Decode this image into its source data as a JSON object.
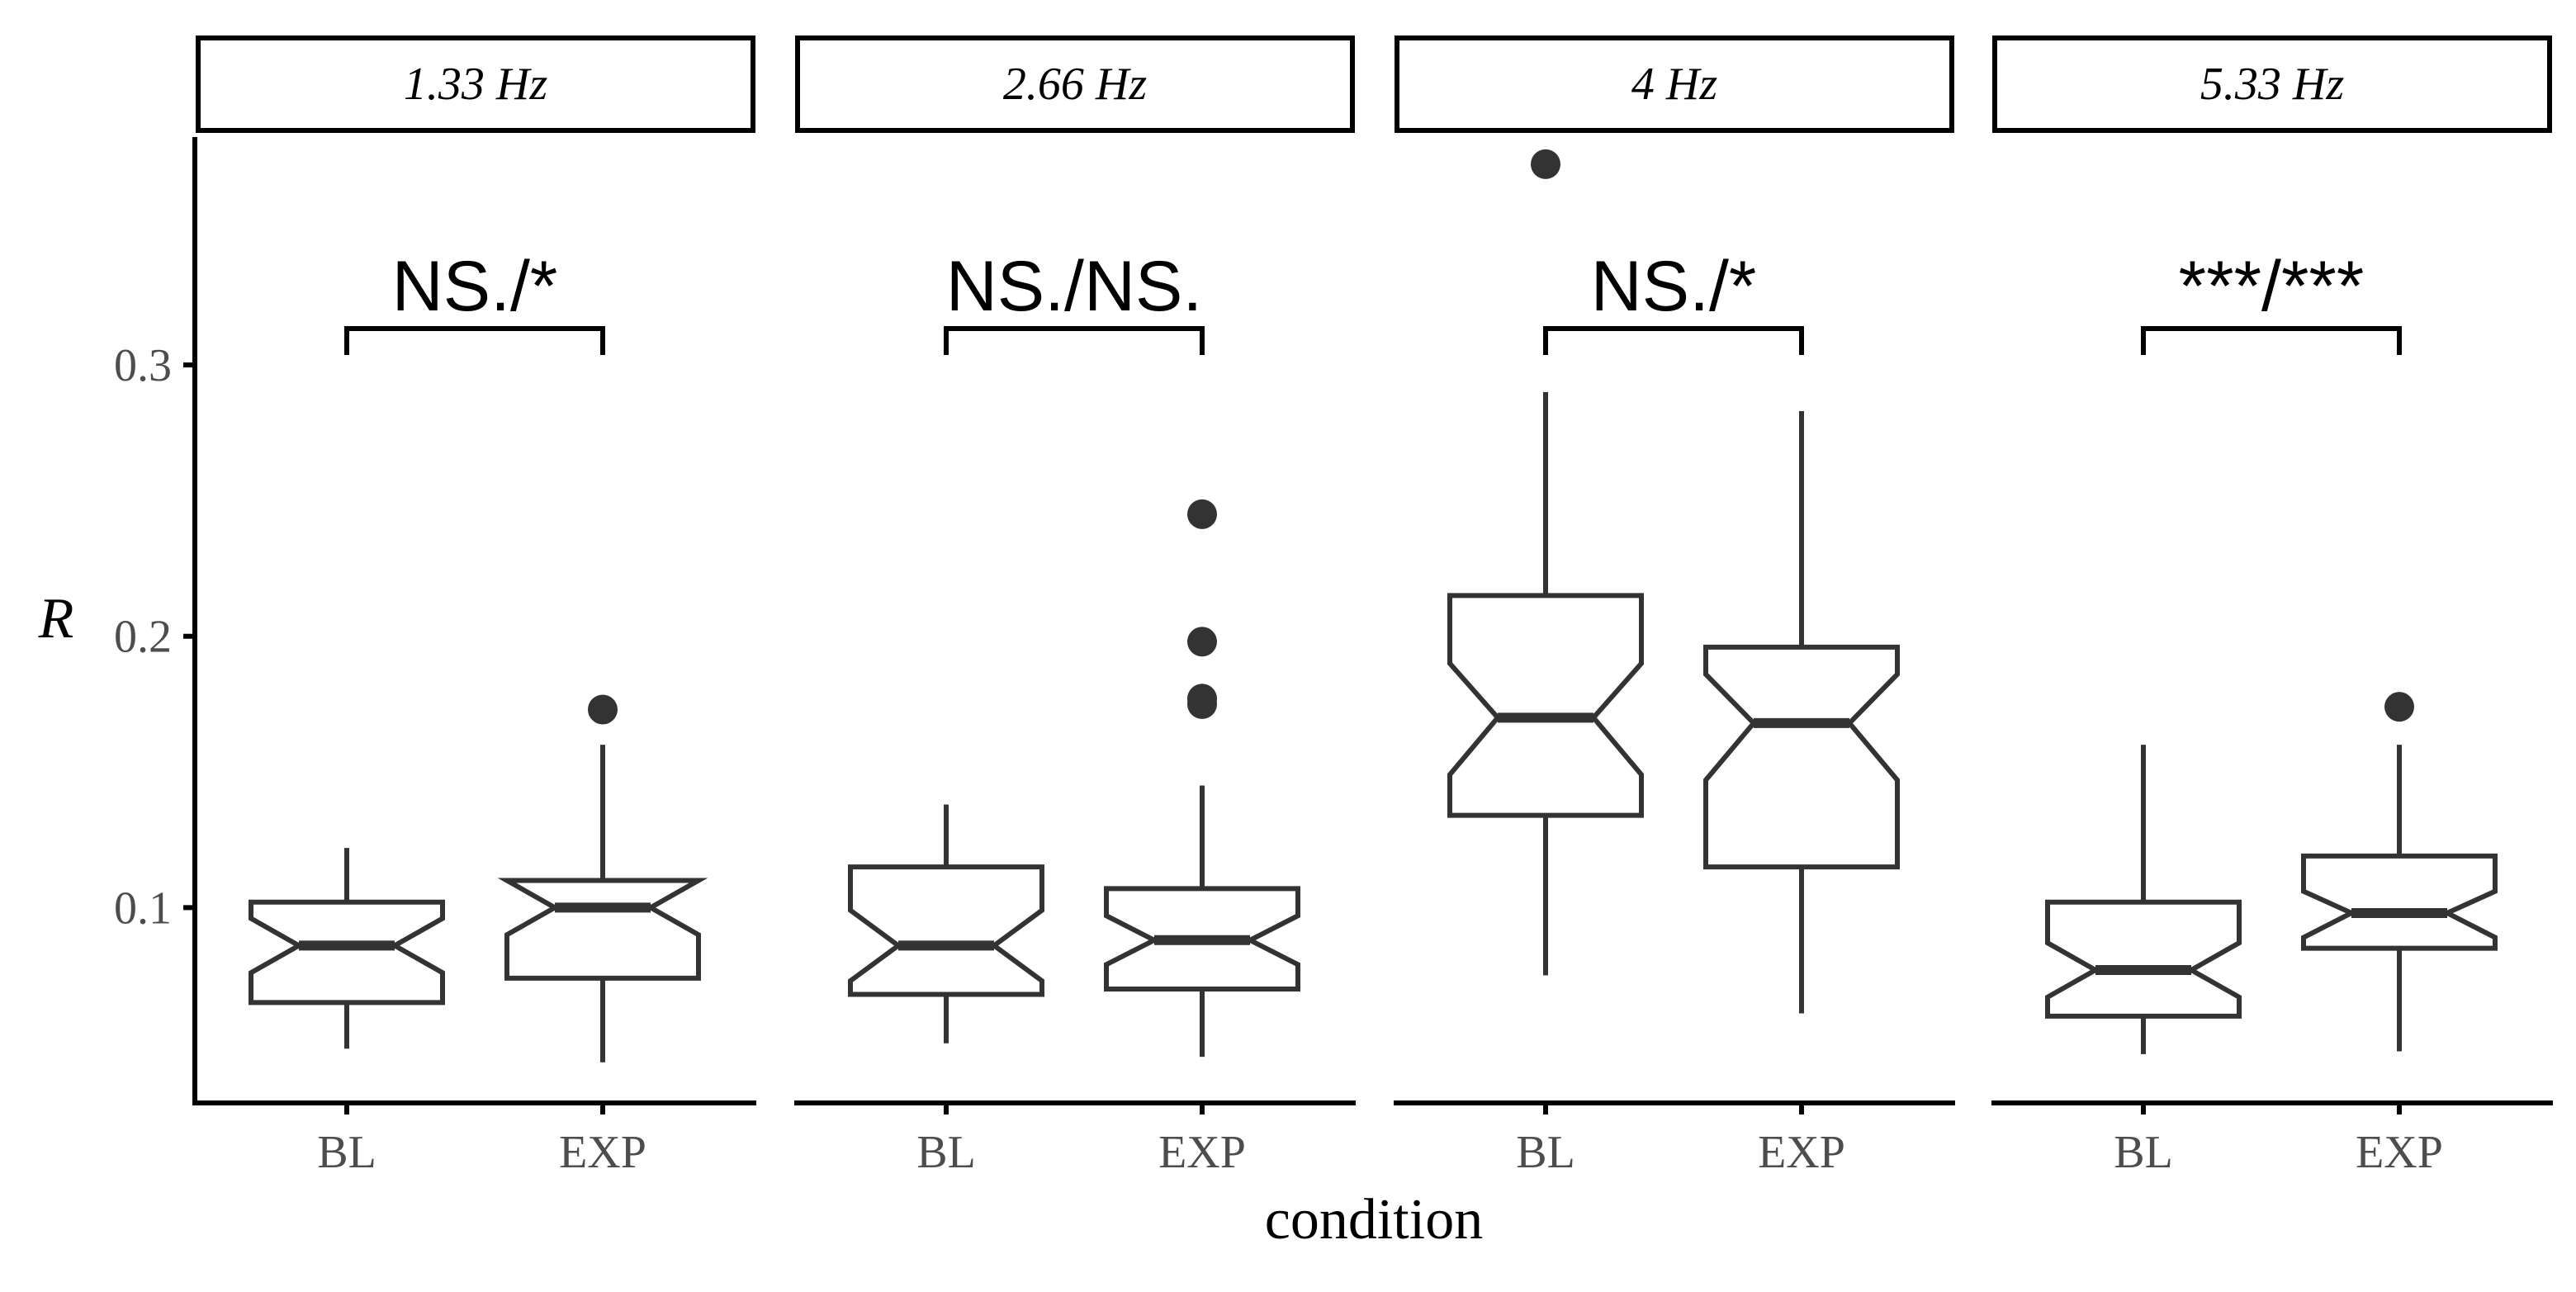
{
  "chart_data": {
    "type": "boxplot",
    "facet_variable": "frequency",
    "facets": [
      {
        "label": "1.33 Hz",
        "significance": "NS./*",
        "boxes": [
          {
            "category": "BL",
            "whisker_low": 0.048,
            "q1": 0.065,
            "median": 0.086,
            "q3": 0.102,
            "whisker_high": 0.122,
            "notch_low": 0.076,
            "notch_high": 0.096,
            "outliers": []
          },
          {
            "category": "EXP",
            "whisker_low": 0.043,
            "q1": 0.074,
            "median": 0.1,
            "q3": 0.11,
            "whisker_high": 0.16,
            "notch_low": 0.09,
            "notch_high": 0.11,
            "outliers": [
              0.173
            ]
          }
        ]
      },
      {
        "label": "2.66 Hz",
        "significance": "NS./NS.",
        "boxes": [
          {
            "category": "BL",
            "whisker_low": 0.05,
            "q1": 0.068,
            "median": 0.086,
            "q3": 0.115,
            "whisker_high": 0.138,
            "notch_low": 0.073,
            "notch_high": 0.099,
            "outliers": []
          },
          {
            "category": "EXP",
            "whisker_low": 0.045,
            "q1": 0.07,
            "median": 0.088,
            "q3": 0.107,
            "whisker_high": 0.145,
            "notch_low": 0.079,
            "notch_high": 0.097,
            "outliers": [
              0.175,
              0.177,
              0.198,
              0.245
            ]
          }
        ]
      },
      {
        "label": "4 Hz",
        "significance": "NS./*",
        "boxes": [
          {
            "category": "BL",
            "whisker_low": 0.075,
            "q1": 0.134,
            "median": 0.17,
            "q3": 0.215,
            "whisker_high": 0.29,
            "notch_low": 0.149,
            "notch_high": 0.19,
            "outliers": [
              0.374
            ]
          },
          {
            "category": "EXP",
            "whisker_low": 0.061,
            "q1": 0.115,
            "median": 0.168,
            "q3": 0.196,
            "whisker_high": 0.283,
            "notch_low": 0.147,
            "notch_high": 0.186,
            "outliers": []
          }
        ]
      },
      {
        "label": "5.33 Hz",
        "significance": "***/***",
        "boxes": [
          {
            "category": "BL",
            "whisker_low": 0.046,
            "q1": 0.06,
            "median": 0.077,
            "q3": 0.102,
            "whisker_high": 0.16,
            "notch_low": 0.067,
            "notch_high": 0.087,
            "outliers": []
          },
          {
            "category": "EXP",
            "whisker_low": 0.047,
            "q1": 0.085,
            "median": 0.098,
            "q3": 0.119,
            "whisker_high": 0.16,
            "notch_low": 0.089,
            "notch_high": 0.106,
            "outliers": [
              0.174
            ]
          }
        ]
      }
    ],
    "categories": [
      "BL",
      "EXP"
    ],
    "xlabel": "condition",
    "ylabel": "R",
    "yticks": [
      0.1,
      0.2,
      0.3
    ],
    "ytick_labels": [
      "0.1",
      "0.2",
      "0.3"
    ],
    "ylim": [
      0.028,
      0.384
    ],
    "grid": false,
    "legend": "none",
    "colors": {
      "stroke": "#333333",
      "fill": "#ffffff",
      "axis": "#000000",
      "tick_label": "#4d4d4d",
      "text": "#000000"
    }
  }
}
